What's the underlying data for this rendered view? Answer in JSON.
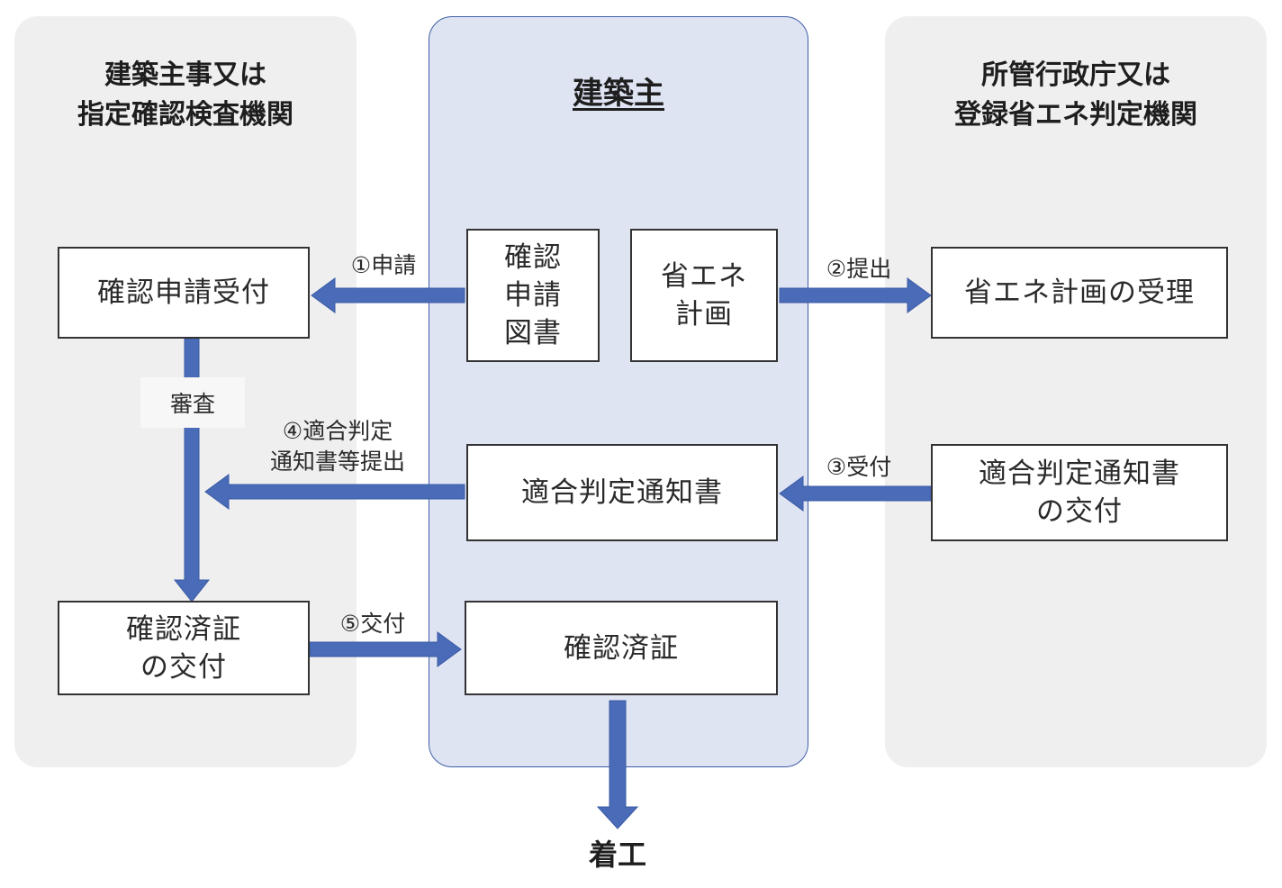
{
  "columns": {
    "left_heading": "建築主事又は\n指定確認検査機関",
    "mid_heading": "建築主",
    "right_heading": "所管行政庁又は\n登録省エネ判定機関"
  },
  "boxes": {
    "confirmation_application_received": "確認申請受付",
    "confirmation_application_drawings": "確認\n申請\n図書",
    "energy_saving_plan": "省エネ\n計画",
    "energy_plan_acceptance": "省エネ計画の受理",
    "conformity_notice": "適合判定通知書",
    "conformity_notice_issuance": "適合判定通知書\nの交付",
    "certificate_issuance": "確認済証\nの交付",
    "certificate": "確認済証"
  },
  "arrow_labels": {
    "step1": "①申請",
    "step2": "②提出",
    "step3": "③受付",
    "step4": "④適合判定\n通知書等提出",
    "step5": "⑤交付",
    "review": "審査"
  },
  "end_label": "着工",
  "colors": {
    "arrow": "#4a6cb8",
    "arrow_stroke": "#3a5aa4",
    "side_column_bg": "#efefef",
    "center_column_bg": "#dfe4f3",
    "center_column_border": "#3f5fa8"
  }
}
